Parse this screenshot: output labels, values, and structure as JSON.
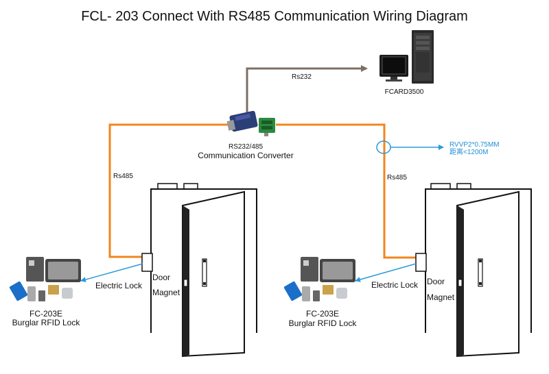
{
  "title": "FCL- 203 Connect With RS485 Communication Wiring Diagram",
  "labels": {
    "rs232": "Rs232",
    "fcard": "FCARD3500",
    "converter_model": "RS232/485",
    "converter_name": "Communication Converter",
    "rs485_left": "Rs485",
    "rs485_right": "Rs485",
    "cable_spec_line1": "RVVP2*0.75MM",
    "cable_spec_line2": "距离<1200M",
    "electric_lock_left": "Electric Lock",
    "electric_lock_right": "Electric Lock",
    "door_left": "Door",
    "magnet_left": "Magnet",
    "door_right": "Door",
    "magnet_right": "Magnet",
    "lock_model_left": "FC-203E",
    "lock_name_left": "Burglar RFID Lock",
    "lock_model_right": "FC-203E",
    "lock_name_right": "Burglar RFID Lock"
  },
  "colors": {
    "rs485_wire": "#f0861c",
    "rs232_wire": "#7c6f64",
    "pointer": "#2a9ad8"
  },
  "icons": [
    "desktop-computer-icon",
    "rs232-485-converter-icon",
    "rfid-lock-kit-icon",
    "door-icon"
  ]
}
